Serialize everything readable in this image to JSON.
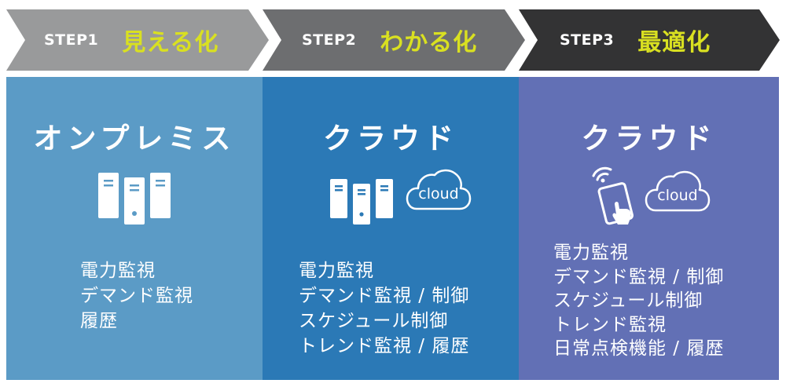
{
  "steps": [
    {
      "step": "STEP1",
      "phase": "見える化",
      "color": "#999a9b"
    },
    {
      "step": "STEP2",
      "phase": "わかる化",
      "color": "#6d6e70"
    },
    {
      "step": "STEP3",
      "phase": "最適化",
      "color": "#333334"
    }
  ],
  "phase_color": "#d9e021",
  "columns": [
    {
      "title": "オンプレミス",
      "color": "#5b9bc6",
      "icons": [
        "server-rack-icon"
      ],
      "features": [
        "電力監視",
        "デマンド監視",
        "履歴"
      ]
    },
    {
      "title": "クラウド",
      "color": "#2b79b6",
      "icons": [
        "server-rack-icon",
        "cloud-icon"
      ],
      "cloud_label": "cloud",
      "features": [
        "電力監視",
        "デマンド監視 / 制御",
        "スケジュール制御",
        "トレンド監視 / 履歴"
      ]
    },
    {
      "title": "クラウド",
      "color": "#6270b5",
      "icons": [
        "tablet-wifi-icon",
        "cloud-icon"
      ],
      "cloud_label": "cloud",
      "features": [
        "電力監視",
        "デマンド監視 / 制御",
        "スケジュール制御",
        "トレンド監視",
        "日常点検機能 / 履歴"
      ]
    }
  ]
}
